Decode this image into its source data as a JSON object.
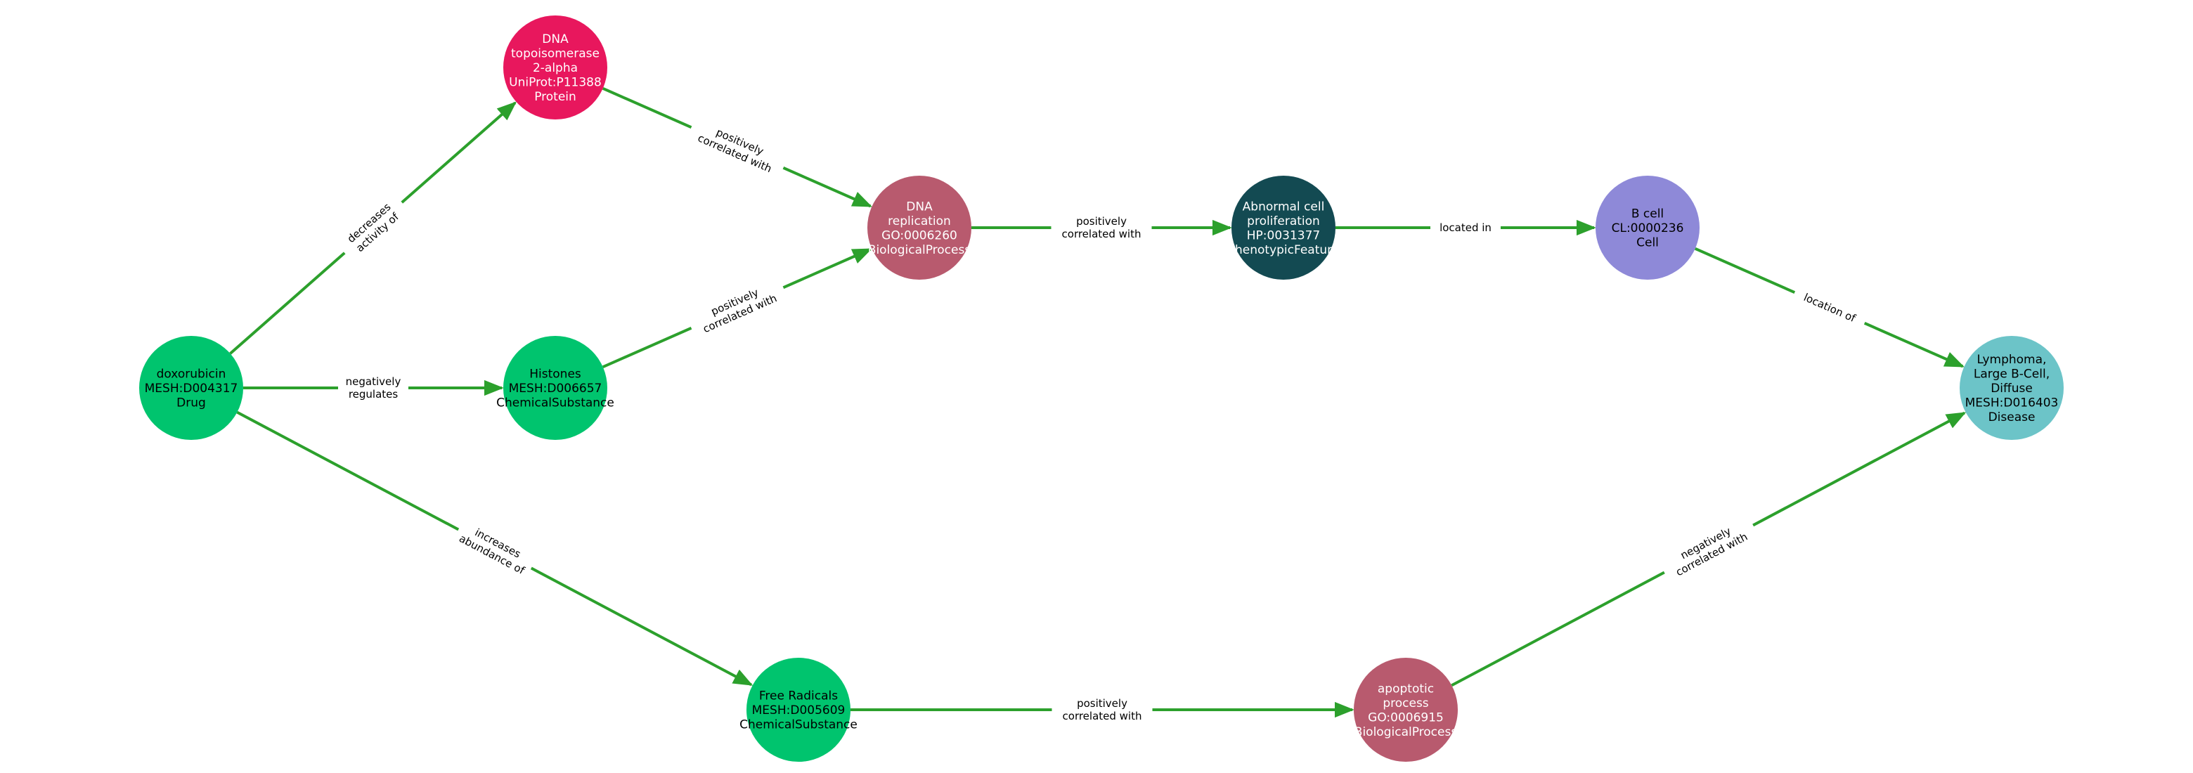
{
  "colors": {
    "edge": "#2ca02c",
    "label_dark_text": "#000000",
    "label_light_text": "#ffffff",
    "drug_or_chemical": "#00c46e",
    "protein": "#e8175d",
    "biological_process": "#b85a6e",
    "phenotypic_feature": "#134a52",
    "cell": "#8e89d8",
    "disease": "#6cc4c8"
  },
  "nodes": [
    {
      "id": "doxorubicin",
      "lines": [
        "doxorubicin",
        "MESH:D004317",
        "Drug"
      ],
      "color": "#00c46e",
      "text": "#000000"
    },
    {
      "id": "topo2a",
      "lines": [
        "DNA",
        "topoisomerase",
        "2-alpha",
        "UniProt:P11388",
        "Protein"
      ],
      "color": "#e8175d",
      "text": "#ffffff"
    },
    {
      "id": "histones",
      "lines": [
        "Histones",
        "MESH:D006657",
        "ChemicalSubstance"
      ],
      "color": "#00c46e",
      "text": "#000000"
    },
    {
      "id": "dna_replication",
      "lines": [
        "DNA",
        "replication",
        "GO:0006260",
        "BiologicalProcess"
      ],
      "color": "#b85a6e",
      "text": "#ffffff"
    },
    {
      "id": "abnormal_prolif",
      "lines": [
        "Abnormal cell",
        "proliferation",
        "HP:0031377",
        "PhenotypicFeature"
      ],
      "color": "#134a52",
      "text": "#ffffff"
    },
    {
      "id": "b_cell",
      "lines": [
        "B cell",
        "CL:0000236",
        "Cell"
      ],
      "color": "#8e89d8",
      "text": "#000000"
    },
    {
      "id": "lymphoma",
      "lines": [
        "Lymphoma,",
        "Large B-Cell,",
        "Diffuse",
        "MESH:D016403",
        "Disease"
      ],
      "color": "#6cc4c8",
      "text": "#000000"
    },
    {
      "id": "free_radicals",
      "lines": [
        "Free Radicals",
        "MESH:D005609",
        "ChemicalSubstance"
      ],
      "color": "#00c46e",
      "text": "#000000"
    },
    {
      "id": "apoptotic",
      "lines": [
        "apoptotic",
        "process",
        "GO:0006915",
        "BiologicalProcess"
      ],
      "color": "#b85a6e",
      "text": "#ffffff"
    }
  ],
  "edges": [
    {
      "source": "doxorubicin",
      "target": "topo2a",
      "label": [
        "decreases",
        "activity of"
      ]
    },
    {
      "source": "doxorubicin",
      "target": "histones",
      "label": [
        "negatively",
        "regulates"
      ]
    },
    {
      "source": "doxorubicin",
      "target": "free_radicals",
      "label": [
        "increases",
        "abundance of"
      ]
    },
    {
      "source": "topo2a",
      "target": "dna_replication",
      "label": [
        "positively",
        "correlated with"
      ]
    },
    {
      "source": "histones",
      "target": "dna_replication",
      "label": [
        "positively",
        "correlated with"
      ]
    },
    {
      "source": "dna_replication",
      "target": "abnormal_prolif",
      "label": [
        "positively",
        "correlated with"
      ]
    },
    {
      "source": "abnormal_prolif",
      "target": "b_cell",
      "label": [
        "located in"
      ]
    },
    {
      "source": "b_cell",
      "target": "lymphoma",
      "label": [
        "location of"
      ]
    },
    {
      "source": "free_radicals",
      "target": "apoptotic",
      "label": [
        "positively",
        "correlated with"
      ]
    },
    {
      "source": "apoptotic",
      "target": "lymphoma",
      "label": [
        "negatively",
        "correlated with"
      ]
    }
  ]
}
